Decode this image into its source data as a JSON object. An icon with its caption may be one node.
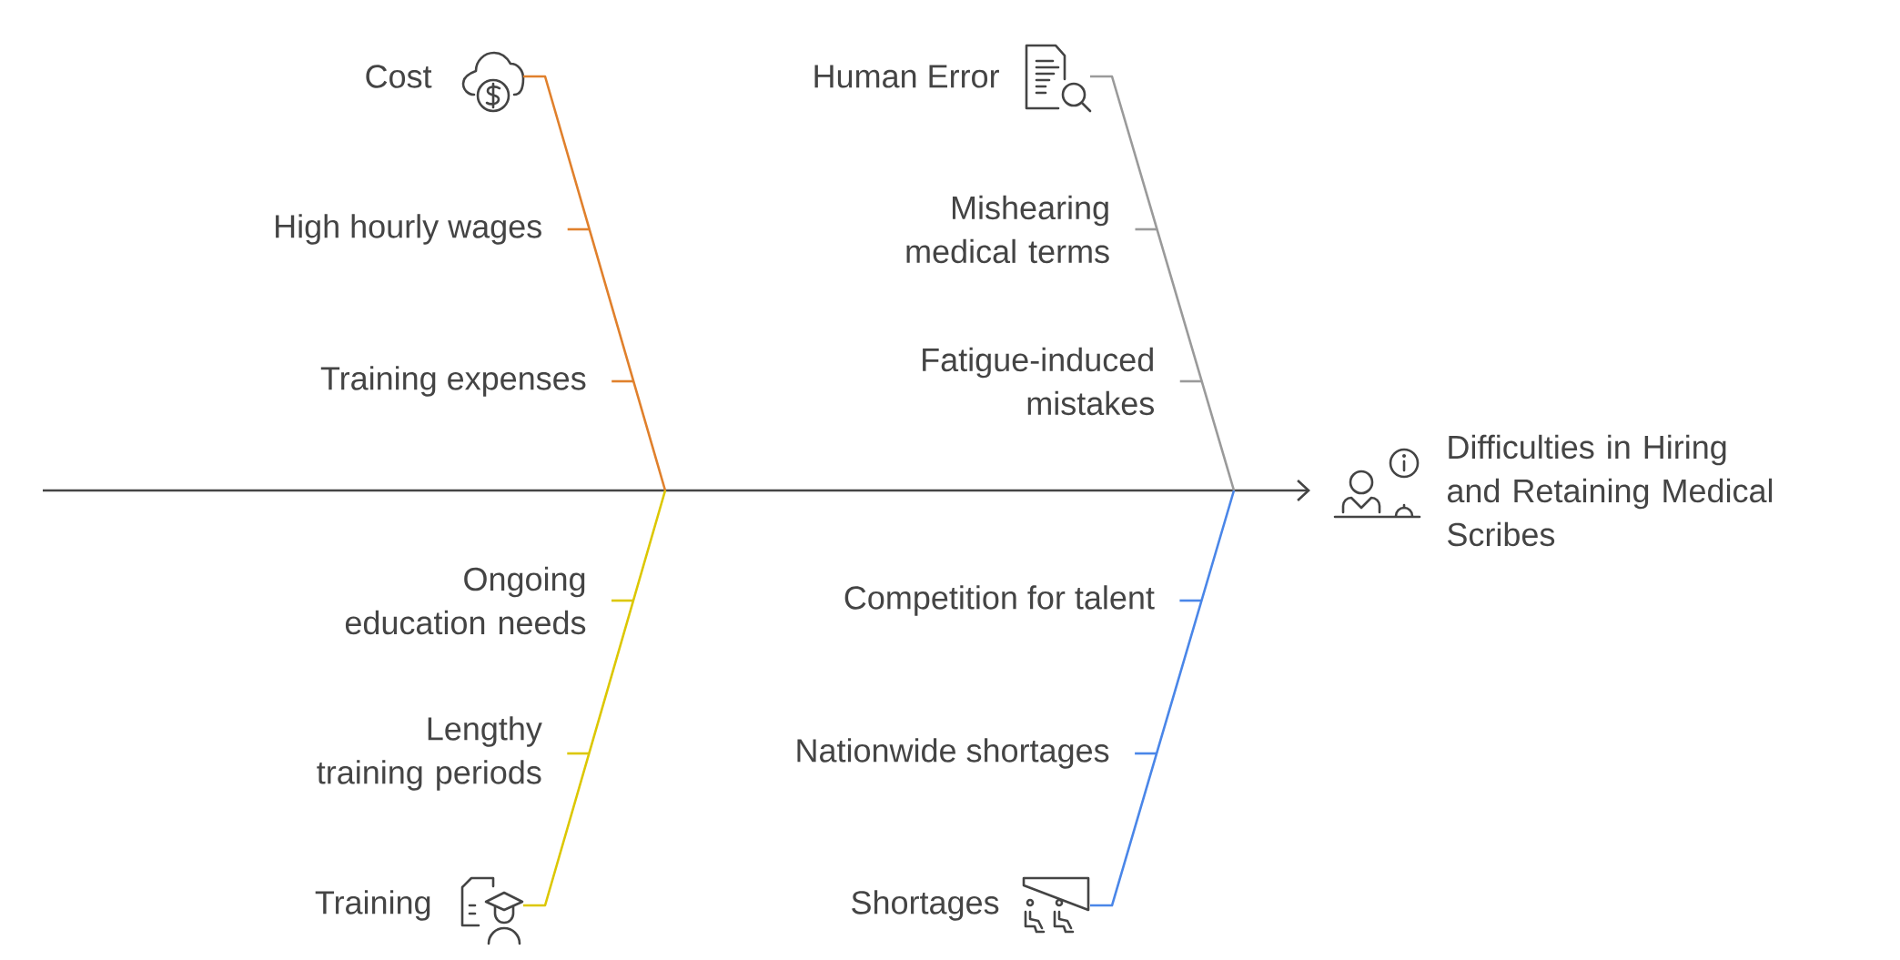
{
  "diagram": {
    "nodes": [
      {
        "text": [
          "Cost"
        ]
      },
      {
        "text": [
          "High hourly wages"
        ]
      },
      {
        "text": [
          "Training expenses"
        ]
      },
      {
        "text": [
          "Human Error"
        ]
      },
      {
        "text": [
          "Mishearing medical terms"
        ]
      },
      {
        "text": [
          "Fatigue-induced mistakes"
        ]
      },
      {
        "text": [
          "Ongoing education needs"
        ]
      },
      {
        "text": [
          "Lengthy training periods"
        ]
      },
      {
        "text": [
          "Training"
        ]
      },
      {
        "text": [
          "Competition for talent"
        ]
      },
      {
        "text": [
          "Nationwide shortages"
        ]
      },
      {
        "text": [
          "Shortages"
        ]
      },
      {
        "text": [
          "Difficulties in Hiring and Retaining Medical Scribes"
        ]
      }
    ],
    "edges": [
      {
        "from": null,
        "to": 12,
        "arrow": "to",
        "color": "#444444"
      },
      {
        "from": 0,
        "to": null,
        "arrow": "none",
        "color": "#e0802c"
      },
      {
        "from": 3,
        "to": null,
        "arrow": "none",
        "color": "#9a9a9a"
      },
      {
        "from": 8,
        "to": null,
        "arrow": "none",
        "color": "#dcc700"
      },
      {
        "from": 11,
        "to": null,
        "arrow": "none",
        "color": "#4a86e8"
      },
      {
        "from": 1,
        "to": null,
        "arrow": "none",
        "color": "#e0802c"
      },
      {
        "from": 2,
        "to": null,
        "arrow": "none",
        "color": "#e0802c"
      },
      {
        "from": 4,
        "to": null,
        "arrow": "none",
        "color": "#9a9a9a"
      },
      {
        "from": 5,
        "to": null,
        "arrow": "none",
        "color": "#9a9a9a"
      },
      {
        "from": 6,
        "to": null,
        "arrow": "none",
        "color": "#dcc700"
      },
      {
        "from": 7,
        "to": null,
        "arrow": "none",
        "color": "#dcc700"
      },
      {
        "from": 9,
        "to": null,
        "arrow": "none",
        "color": "#4a86e8"
      },
      {
        "from": 10,
        "to": null,
        "arrow": "none",
        "color": "#4a86e8"
      }
    ]
  }
}
